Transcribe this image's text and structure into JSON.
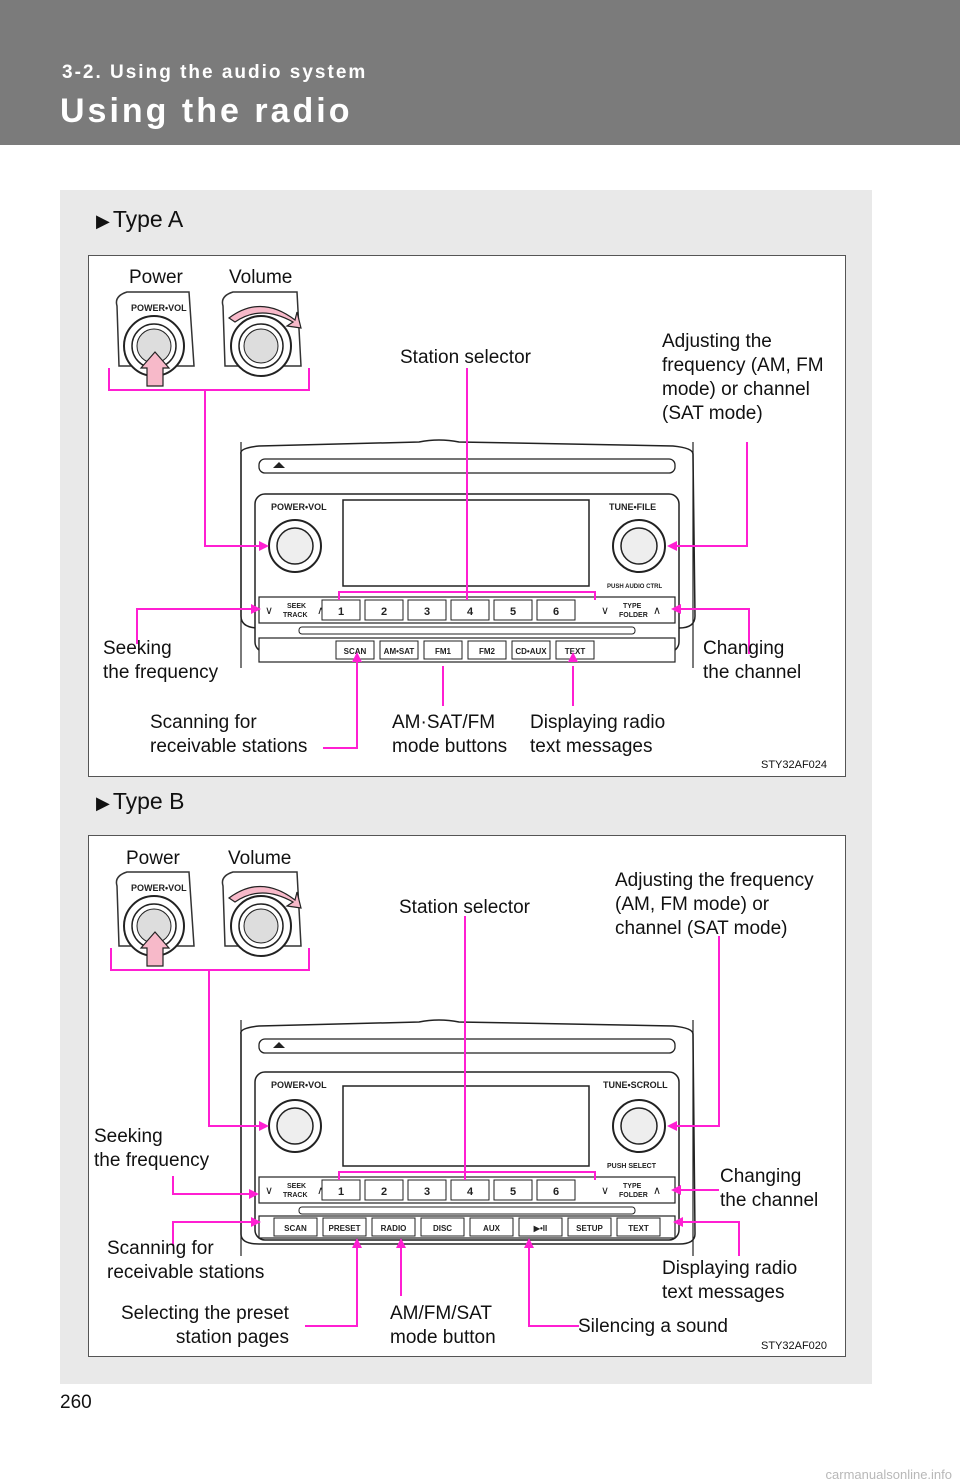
{
  "header": {
    "section": "3-2. Using the audio system",
    "title": "Using the radio"
  },
  "colors": {
    "header_bg": "#7b7b7b",
    "callout": "#ff1fd2",
    "panel_bg": "#e9e9e9"
  },
  "type_a": {
    "heading": "Type A",
    "labels": {
      "power": "Power",
      "volume": "Volume",
      "station_selector": "Station selector",
      "adjusting": "Adjusting the\nfrequency (AM, FM\nmode) or channel\n(SAT mode)",
      "seeking": "Seeking\nthe frequency",
      "changing": "Changing\nthe channel",
      "scanning": "Scanning for\nreceivable stations",
      "mode_buttons": "AM·SAT/FM\nmode buttons",
      "displaying": "Displaying radio\ntext messages"
    },
    "code": "STY32AF024",
    "unit": {
      "knob_left": "POWER•VOL",
      "knob_right": "TUNE•FILE",
      "knob_right_sub": "PUSH AUDIO CTRL",
      "seek": "SEEK\nTRACK",
      "type": "TYPE\nFOLDER",
      "presets": [
        "1",
        "2",
        "3",
        "4",
        "5",
        "6"
      ],
      "buttons": [
        "SCAN",
        "AM•SAT",
        "FM1",
        "FM2",
        "CD•AUX",
        "TEXT"
      ]
    }
  },
  "type_b": {
    "heading": "Type B",
    "labels": {
      "power": "Power",
      "volume": "Volume",
      "station_selector": "Station selector",
      "adjusting": "Adjusting the frequency\n(AM, FM mode) or\nchannel (SAT mode)",
      "seeking": "Seeking\nthe frequency",
      "changing": "Changing\nthe channel",
      "scanning": "Scanning for\nreceivable stations",
      "displaying": "Displaying radio\ntext messages",
      "preset_pages": "Selecting the preset\nstation pages",
      "mode_button": "AM/FM/SAT\nmode button",
      "silencing": "Silencing a sound"
    },
    "code": "STY32AF020",
    "unit": {
      "knob_left": "POWER•VOL",
      "knob_right": "TUNE•SCROLL",
      "knob_right_sub": "PUSH SELECT",
      "seek": "SEEK\nTRACK",
      "type": "TYPE\nFOLDER",
      "presets": [
        "1",
        "2",
        "3",
        "4",
        "5",
        "6"
      ],
      "buttons": [
        "SCAN",
        "PRESET",
        "RADIO",
        "DISC",
        "AUX",
        "▶•II",
        "SETUP",
        "TEXT"
      ]
    }
  },
  "page_number": "260",
  "footer": "carmanualsonline.info"
}
